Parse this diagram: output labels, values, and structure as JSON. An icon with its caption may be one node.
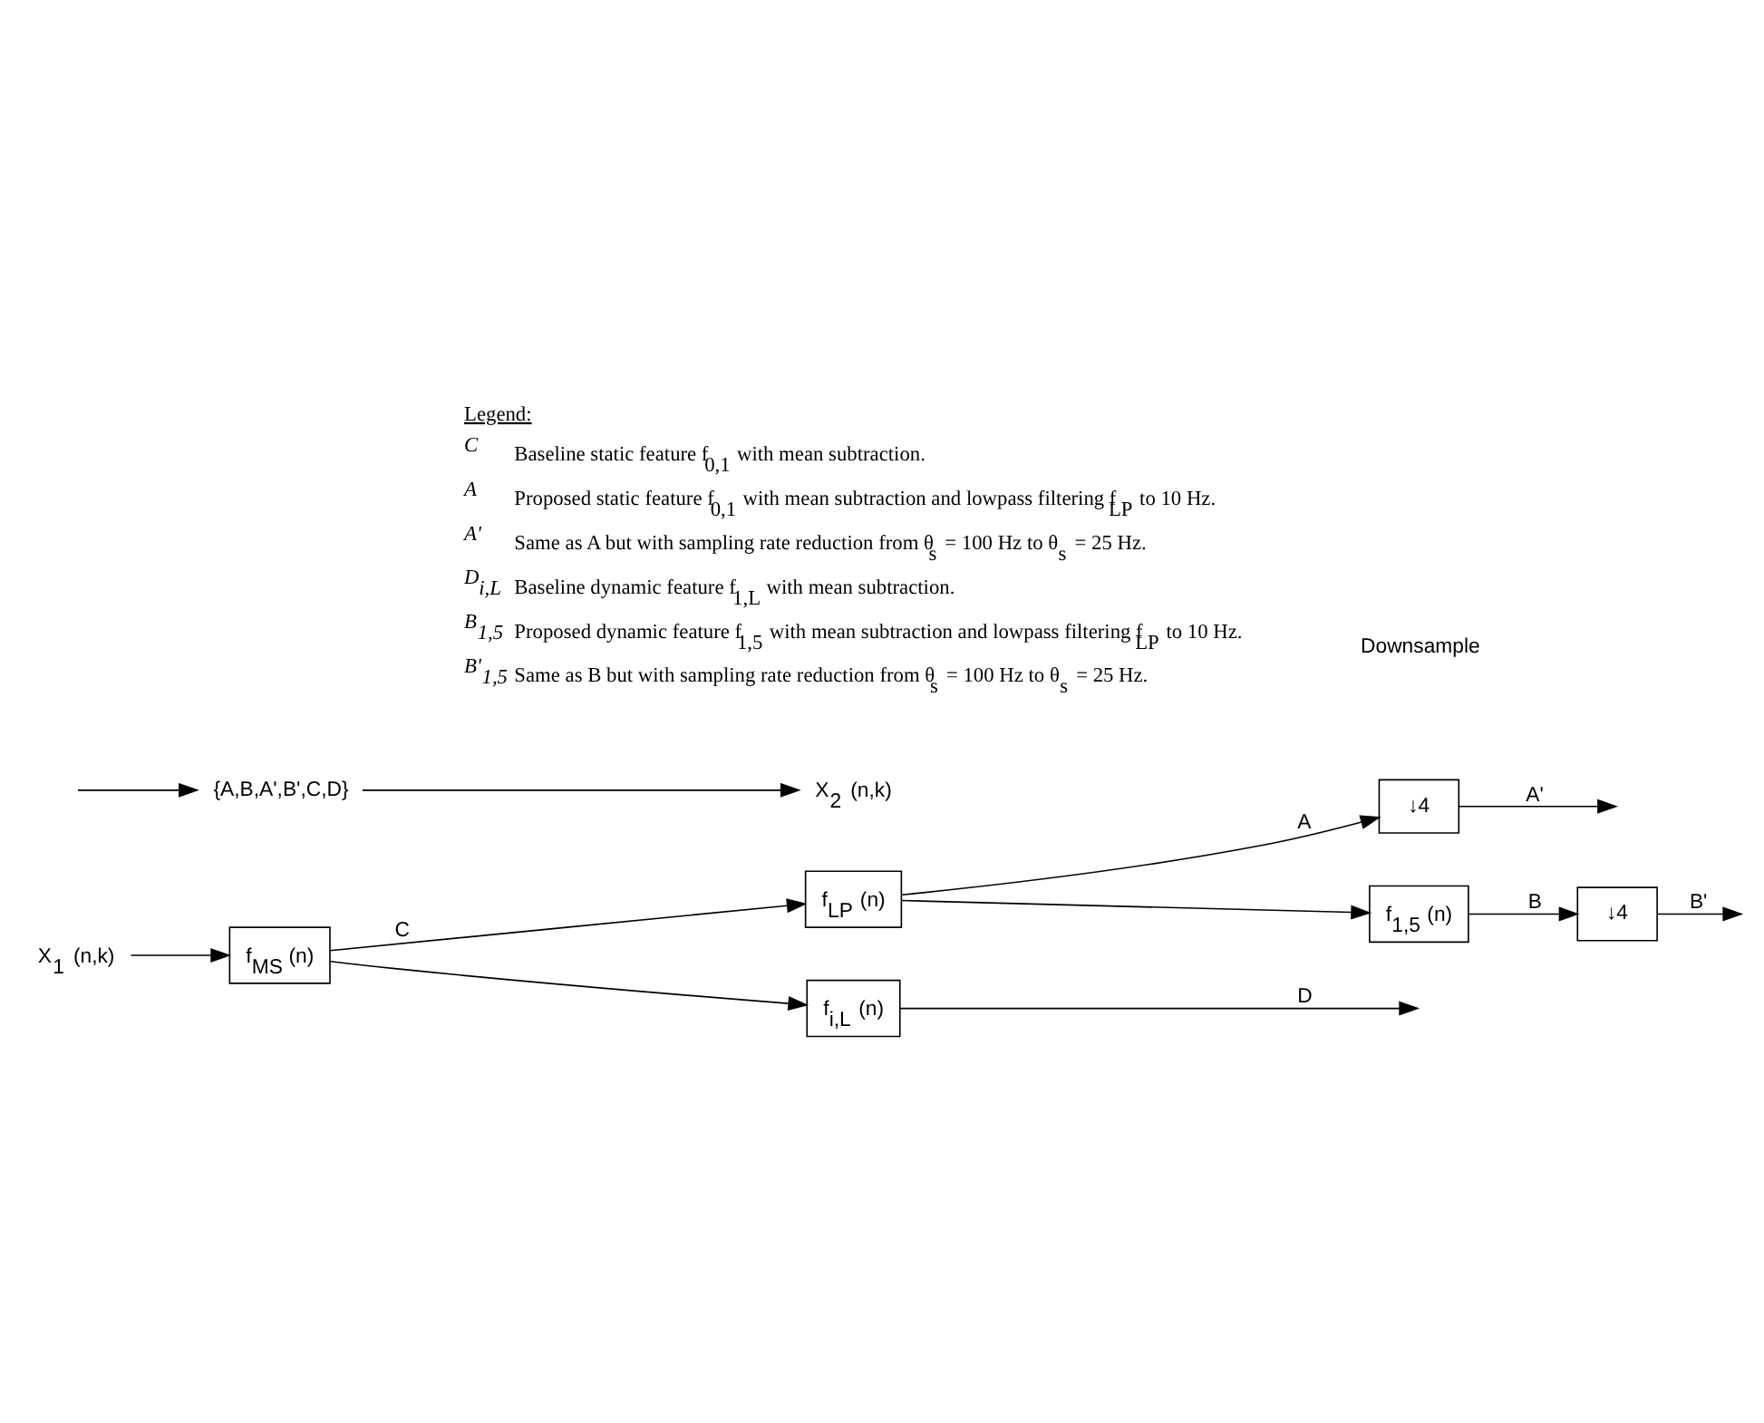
{
  "diagram": {
    "nodes": [
      {
        "text": [
          "X$_{1}$ (n,k)"
        ]
      },
      {
        "text": [
          "f$_{MS}$ (n)"
        ]
      },
      {
        "text": [
          "f$_{LP}$ (n)"
        ]
      },
      {
        "text": [
          "f$_{1,5}$ (n)"
        ]
      },
      {
        "text": [
          "↓4"
        ]
      },
      {
        "text": [
          "↓4"
        ]
      },
      {
        "text": [
          "f$_{i,L}$ (n)"
        ]
      },
      {
        "text": [
          "{A,B,A',B',C,D}"
        ]
      },
      {
        "text": [
          "X$_{2}$ (n,k)"
        ]
      }
    ],
    "edges": [
      {
        "from": 0,
        "to": 1,
        "arrow": "to"
      },
      {
        "from": 1,
        "to": 2,
        "arrow": "to",
        "label": "C"
      },
      {
        "from": 1,
        "to": 6,
        "arrow": "to"
      },
      {
        "from": 2,
        "to": 4,
        "arrow": "to",
        "label": "A"
      },
      {
        "from": 2,
        "to": 3,
        "arrow": "to"
      },
      {
        "from": 3,
        "to": 5,
        "arrow": "to",
        "label": "B"
      },
      {
        "from": 4,
        "to": null,
        "arrow": "to",
        "label": "A'"
      },
      {
        "from": 5,
        "to": null,
        "arrow": "to",
        "label": "B'"
      },
      {
        "from": 6,
        "to": null,
        "arrow": "to",
        "label": "D"
      },
      {
        "from": null,
        "to": 7,
        "arrow": "to"
      },
      {
        "from": 7,
        "to": 8,
        "arrow": "to"
      }
    ],
    "labels": [
      "Downsample",
      "Legend:",
      "C",
      "Baseline static feature f$_{0,1}$ with mean subtraction.",
      "A",
      "Proposed static feature f$_{0,1}$ with mean subtraction and lowpass filtering f$_{LP}$ to 10 Hz.",
      "A'",
      "Same as A but with sampling rate reduction from θ$_{s}$ = 100 Hz to θ$_{s}$ = 25 Hz.",
      "D$_{i,L}$",
      "Baseline dynamic feature f$_{1,L}$ with mean subtraction.",
      "B$_{1,5}$",
      "Proposed dynamic feature f$_{1,5}$ with mean subtraction and lowpass filtering f$_{LP}$ to 10 Hz.",
      "B'$_{1,5}$",
      "Same as B but with sampling rate reduction from θ$_{s}$ = 100 Hz to θ$_{s}$ = 25 Hz."
    ]
  }
}
